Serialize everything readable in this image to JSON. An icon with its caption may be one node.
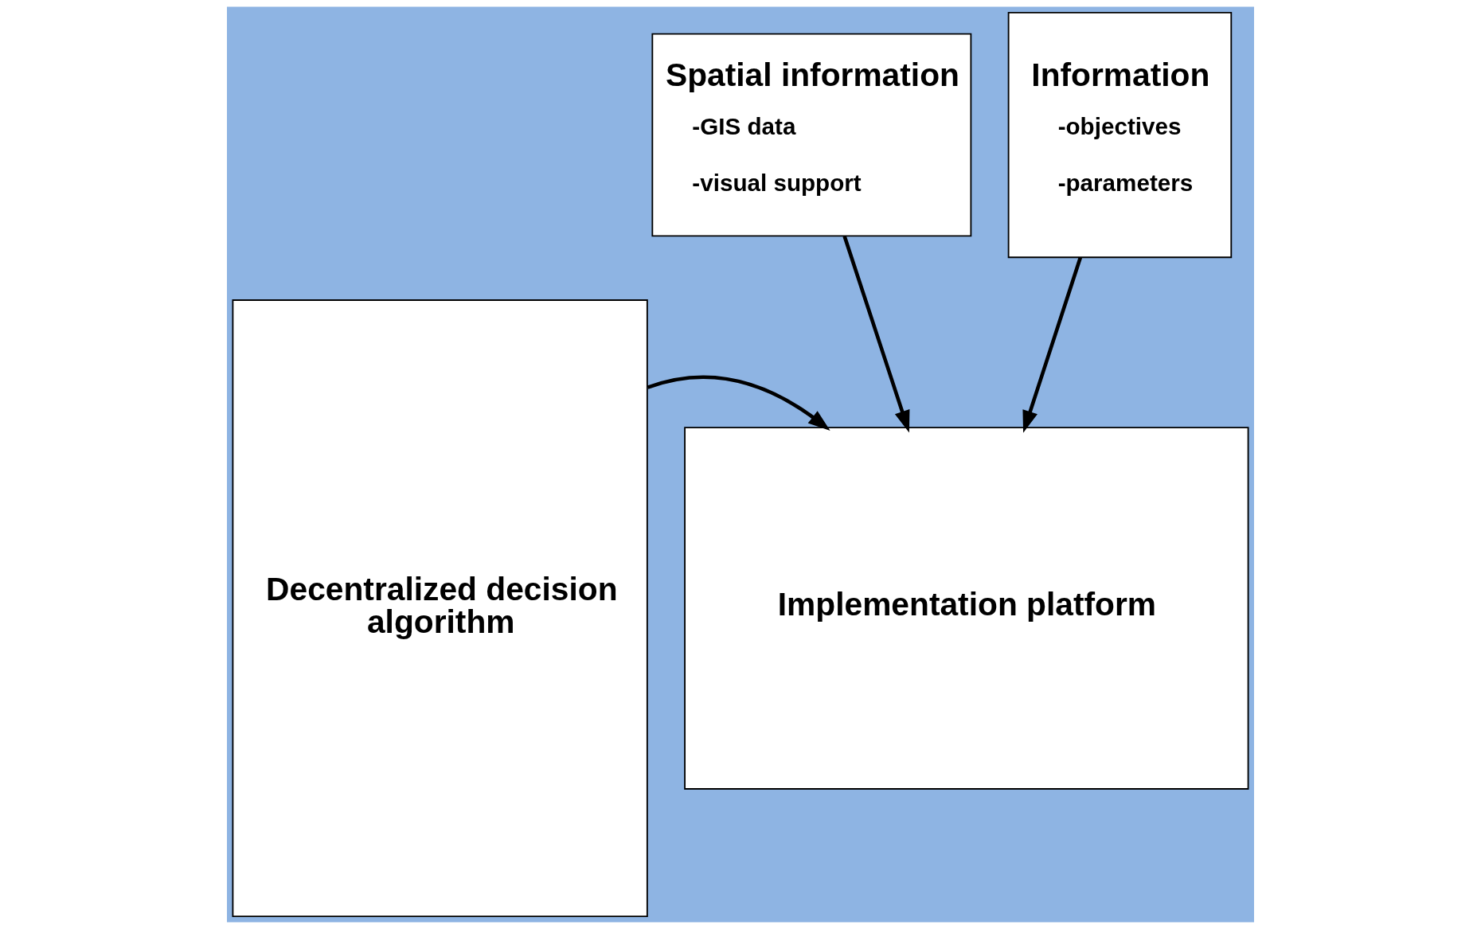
{
  "diagram": {
    "nodes": [
      {
        "text": [
          "Decentralized decision algorithm"
        ]
      },
      {
        "text": [
          "Spatial information",
          "-GIS data",
          "-visual support"
        ]
      },
      {
        "text": [
          "Information",
          "-objectives",
          "-parameters"
        ]
      },
      {
        "text": [
          "Implementation platform"
        ]
      }
    ],
    "edges": [
      {
        "from": 1,
        "to": 3,
        "arrow": "to"
      },
      {
        "from": 2,
        "to": 3,
        "arrow": "to"
      },
      {
        "from": 0,
        "to": 3,
        "arrow": "to"
      }
    ]
  }
}
